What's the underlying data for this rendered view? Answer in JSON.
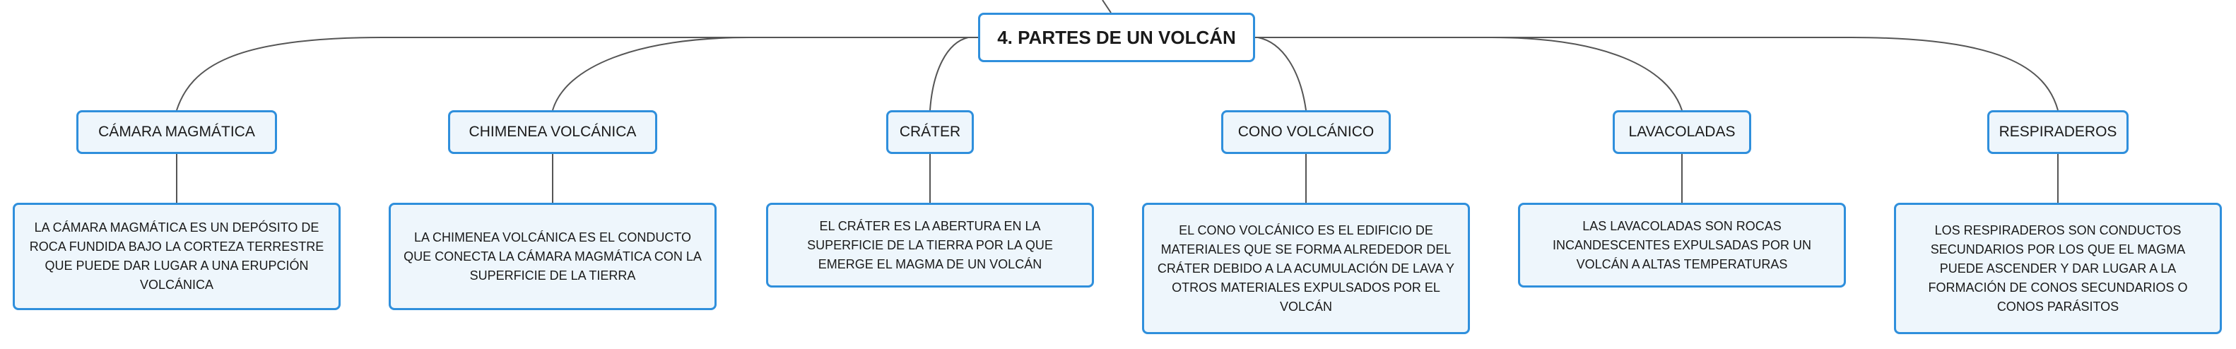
{
  "title": "4. PARTES DE UN VOLCÁN",
  "branches": [
    {
      "label": "CÁMARA MAGMÁTICA",
      "description": "LA CÁMARA MAGMÁTICA ES UN DEPÓSITO DE ROCA FUNDIDA BAJO LA CORTEZA TERRESTRE QUE PUEDE DAR LUGAR A UNA ERUPCIÓN VOLCÁNICA"
    },
    {
      "label": "CHIMENEA VOLCÁNICA",
      "description": "LA CHIMENEA VOLCÁNICA ES EL CONDUCTO QUE CONECTA LA CÁMARA MAGMÁTICA CON LA SUPERFICIE DE LA TIERRA"
    },
    {
      "label": "CRÁTER",
      "description": "EL CRÁTER ES LA ABERTURA EN LA SUPERFICIE DE LA TIERRA POR LA QUE EMERGE EL MAGMA DE UN VOLCÁN"
    },
    {
      "label": "CONO VOLCÁNICO",
      "description": "EL CONO VOLCÁNICO ES EL EDIFICIO DE MATERIALES QUE SE FORMA ALREDEDOR DEL CRÁTER DEBIDO A LA ACUMULACIÓN DE LAVA Y OTROS MATERIALES EXPULSADOS POR EL VOLCÁN"
    },
    {
      "label": "LAVACOLADAS",
      "description": "LAS LAVACOLADAS SON ROCAS INCANDESCENTES EXPULSADAS POR UN VOLCÁN A ALTAS TEMPERATURAS"
    },
    {
      "label": "RESPIRADEROS",
      "description": "LOS RESPIRADEROS SON CONDUCTOS SECUNDARIOS POR LOS QUE EL MAGMA PUEDE ASCENDER Y DAR LUGAR A LA FORMACIÓN DE CONOS SECUNDARIOS O CONOS PARÁSITOS"
    }
  ],
  "colors": {
    "border": "#2f8fdc",
    "fill": "#eef6fc",
    "connector": "#555555"
  }
}
